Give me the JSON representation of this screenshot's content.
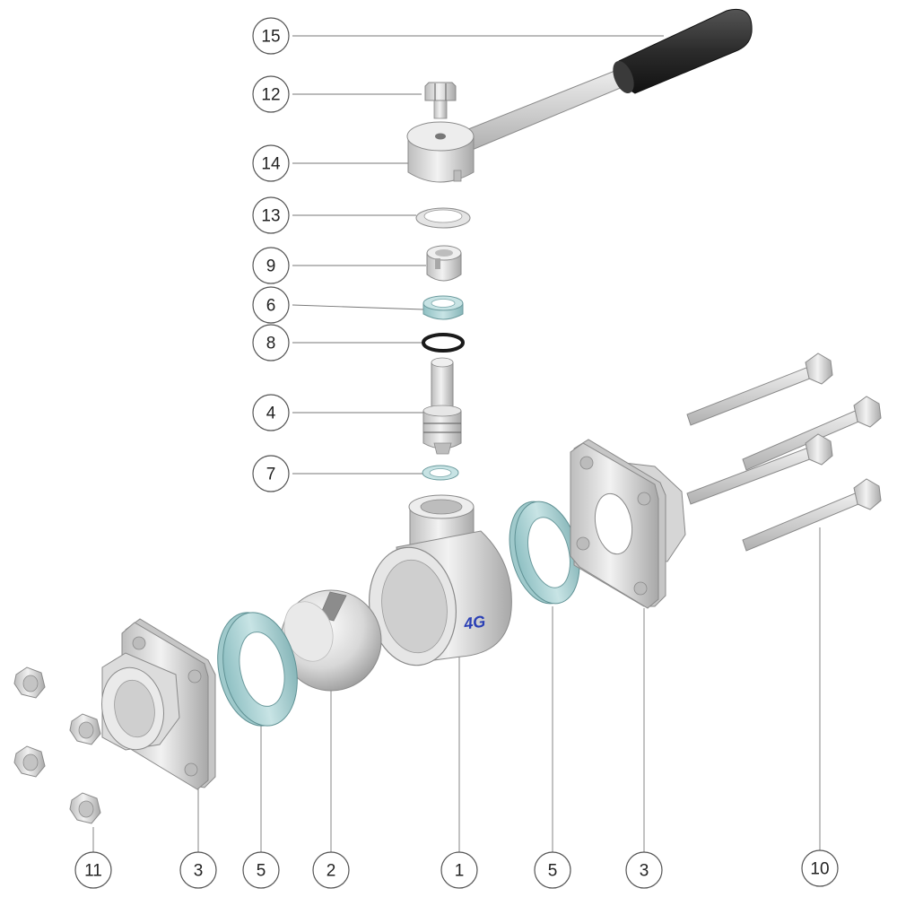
{
  "diagram": {
    "callouts": [
      {
        "id": "c15",
        "label": "15"
      },
      {
        "id": "c12",
        "label": "12"
      },
      {
        "id": "c14",
        "label": "14"
      },
      {
        "id": "c13",
        "label": "13"
      },
      {
        "id": "c9",
        "label": "9"
      },
      {
        "id": "c6",
        "label": "6"
      },
      {
        "id": "c8",
        "label": "8"
      },
      {
        "id": "c4",
        "label": "4"
      },
      {
        "id": "c7",
        "label": "7"
      },
      {
        "id": "c11",
        "label": "11"
      },
      {
        "id": "c3a",
        "label": "3"
      },
      {
        "id": "c5a",
        "label": "5"
      },
      {
        "id": "c2",
        "label": "2"
      },
      {
        "id": "c1",
        "label": "1"
      },
      {
        "id": "c5b",
        "label": "5"
      },
      {
        "id": "c3b",
        "label": "3"
      },
      {
        "id": "c10",
        "label": "10"
      }
    ],
    "body_logo": "4G",
    "colors": {
      "metal": "#d6d6d6",
      "metal_dark": "#a9a9a9",
      "gasket": "#a9d0d2",
      "handle_grip": "#2b2b2b",
      "oring": "#1a1a1a",
      "logo": "#2a3fb5"
    }
  }
}
